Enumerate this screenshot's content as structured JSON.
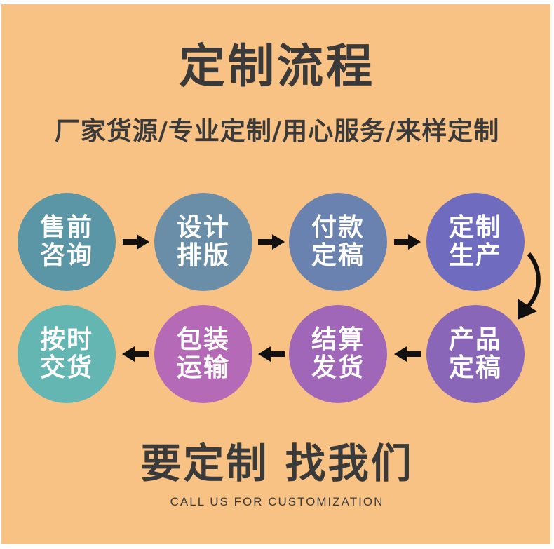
{
  "header": {
    "title": "定制流程",
    "subtitle": "厂家货源/专业定制/用心服务/来样定制"
  },
  "steps": [
    {
      "line1": "售前",
      "line2": "咨询",
      "color": "#5a96a6"
    },
    {
      "line1": "设计",
      "line2": "排版",
      "color": "#6b8ea8"
    },
    {
      "line1": "付款",
      "line2": "定稿",
      "color": "#6a82b0"
    },
    {
      "line1": "定制",
      "line2": "生产",
      "color": "#6f6bbf"
    },
    {
      "line1": "产品",
      "line2": "定稿",
      "color": "#8a66b8"
    },
    {
      "line1": "结算",
      "line2": "发货",
      "color": "#a066b8"
    },
    {
      "line1": "包装",
      "line2": "运输",
      "color": "#b56ab7"
    },
    {
      "line1": "按时",
      "line2": "交货",
      "color": "#63b6b2"
    }
  ],
  "footer": {
    "main": "要定制 找我们",
    "sub": "CALL US FOR CUSTOMIZATION"
  }
}
